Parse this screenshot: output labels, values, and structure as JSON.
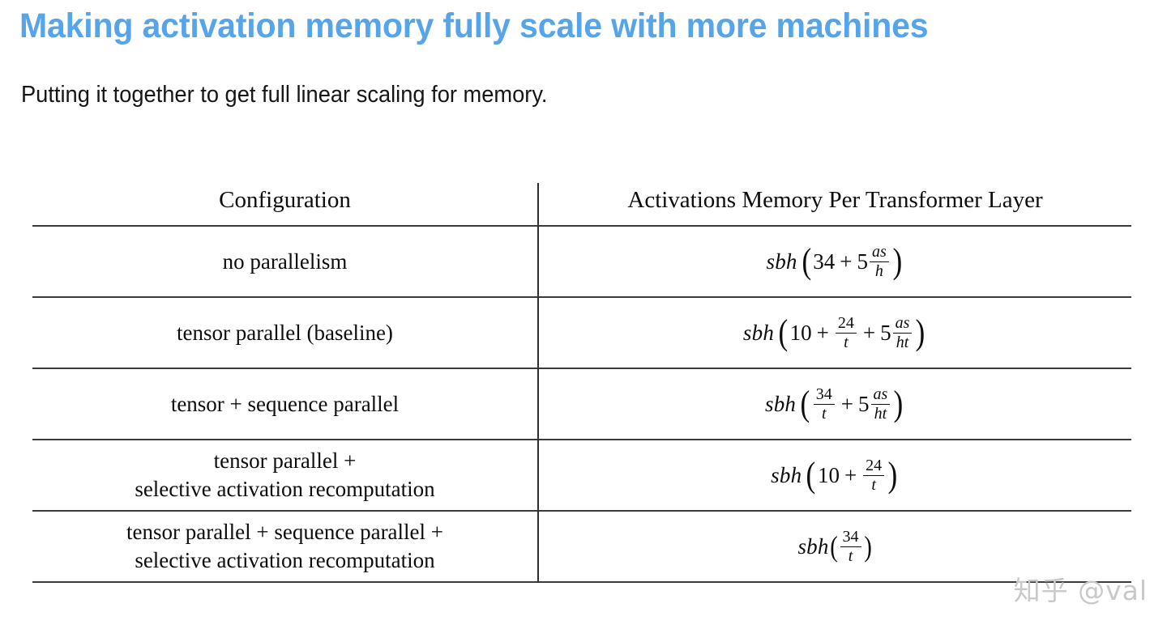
{
  "slide": {
    "title": "Making activation memory fully scale with more machines",
    "subtitle": "Putting it together to get full linear scaling for memory.",
    "title_color": "#55A5E8",
    "background_color": "#ffffff"
  },
  "table": {
    "headers": {
      "configuration": "Configuration",
      "activations": "Activations Memory Per Transformer Layer"
    },
    "rows": [
      {
        "config_line1": "no parallelism",
        "config_line2": "",
        "formula_text": "sbh (34 + 5 as/h)"
      },
      {
        "config_line1": "tensor parallel (baseline)",
        "config_line2": "",
        "formula_text": "sbh (10 + 24/t + 5 as/(ht))"
      },
      {
        "config_line1": "tensor + sequence parallel",
        "config_line2": "",
        "formula_text": "sbh (34/t + 5 as/(ht))"
      },
      {
        "config_line1": "tensor parallel +",
        "config_line2": "selective activation recomputation",
        "formula_text": "sbh (10 + 24/t)"
      },
      {
        "config_line1": "tensor parallel + sequence parallel +",
        "config_line2": "selective activation recomputation",
        "formula_text": "sbh(34/t)"
      }
    ],
    "symbols": {
      "sbh": "sbh",
      "n34": "34",
      "n5": "5",
      "n10": "10",
      "n24": "24",
      "a": "a",
      "s": "s",
      "h": "h",
      "t": "t",
      "ht": "ht",
      "as": "as",
      "plus": "+",
      "lparen": "(",
      "rparen": ")"
    }
  },
  "watermark": {
    "text": "知乎 @val"
  }
}
